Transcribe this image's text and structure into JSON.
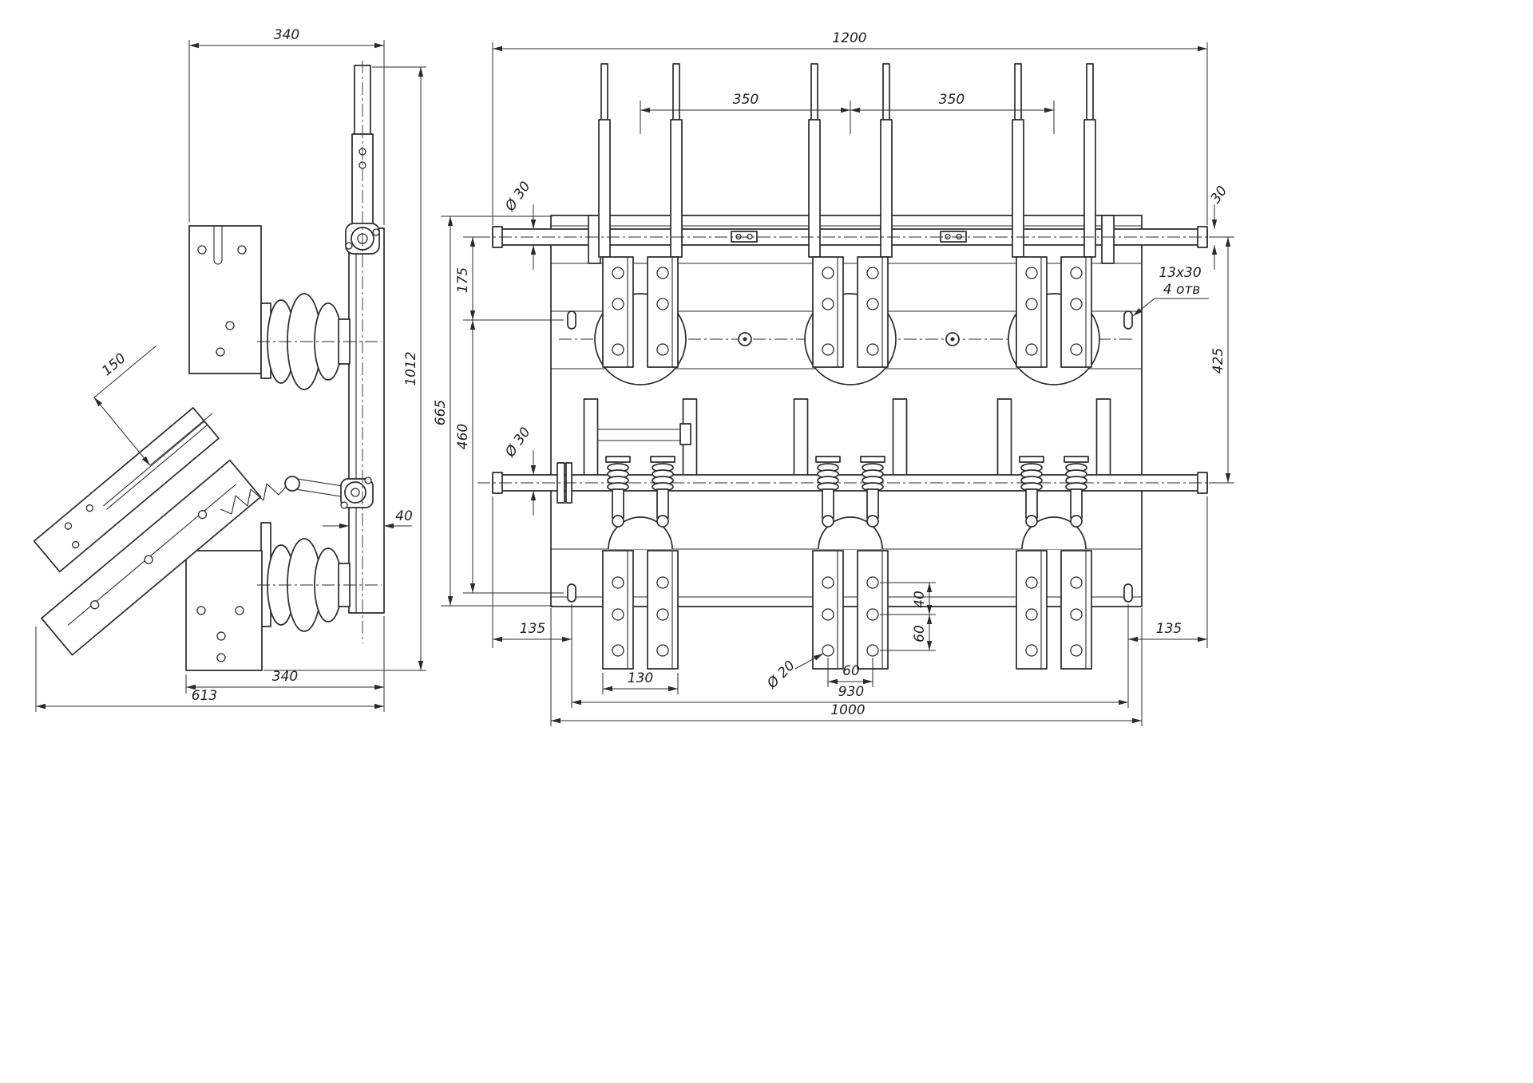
{
  "side_view": {
    "dim_340_top": "340",
    "dim_1012": "1012",
    "dim_150": "150",
    "dim_40": "40",
    "dim_340_bottom": "340",
    "dim_613": "613"
  },
  "front_view": {
    "dim_1200": "1200",
    "dim_350_left": "350",
    "dim_350_right": "350",
    "dia_30_upper": "Ø 30",
    "dim_30_right": "30",
    "dim_175": "175",
    "dim_665": "665",
    "dim_460": "460",
    "dia_30_lower": "Ø 30",
    "slot_note_size": "13x30",
    "slot_note_count": "4 отв",
    "dim_425": "425",
    "dim_135_left": "135",
    "dim_130": "130",
    "dia_20": "Ø 20",
    "dim_60_h": "60",
    "dim_40_v": "40",
    "dim_60_v": "60",
    "dim_930": "930",
    "dim_1000": "1000",
    "dim_135_right": "135"
  }
}
